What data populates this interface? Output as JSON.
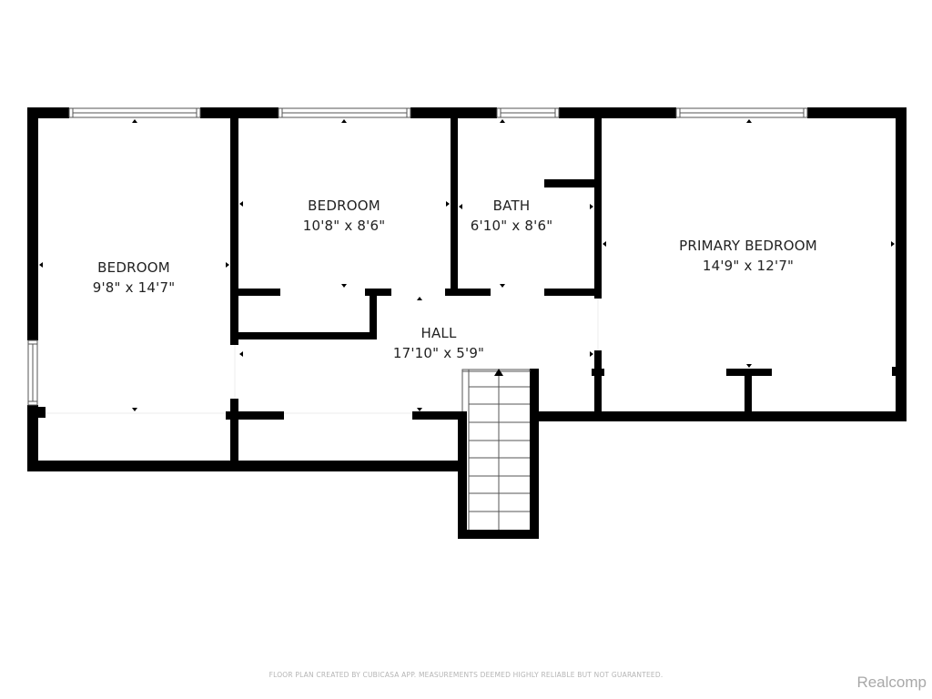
{
  "floor_plan": {
    "rooms": [
      {
        "id": "bedroom-left",
        "name": "BEDROOM",
        "dimensions": "9'8\" x 14'7\""
      },
      {
        "id": "bedroom-middle",
        "name": "BEDROOM",
        "dimensions": "10'8\" x 8'6\""
      },
      {
        "id": "bath",
        "name": "BATH",
        "dimensions": "6'10\" x 8'6\""
      },
      {
        "id": "primary-bedroom",
        "name": "PRIMARY BEDROOM",
        "dimensions": "14'9\" x 12'7\""
      },
      {
        "id": "hall",
        "name": "HALL",
        "dimensions": "17'10\" x 5'9\""
      }
    ],
    "features": [
      "stairs-up",
      "windows",
      "doors",
      "closets"
    ],
    "colors": {
      "walls": "#000000",
      "background": "#ffffff",
      "window_frame": "#555555",
      "footer_text": "#b5b5b5",
      "brand_text": "#a8a8a8"
    }
  },
  "footer": {
    "disclaimer": "FLOOR PLAN CREATED BY CUBICASA APP. MEASUREMENTS DEEMED HIGHLY RELIABLE BUT NOT GUARANTEED.",
    "brand": "Realcomp"
  }
}
